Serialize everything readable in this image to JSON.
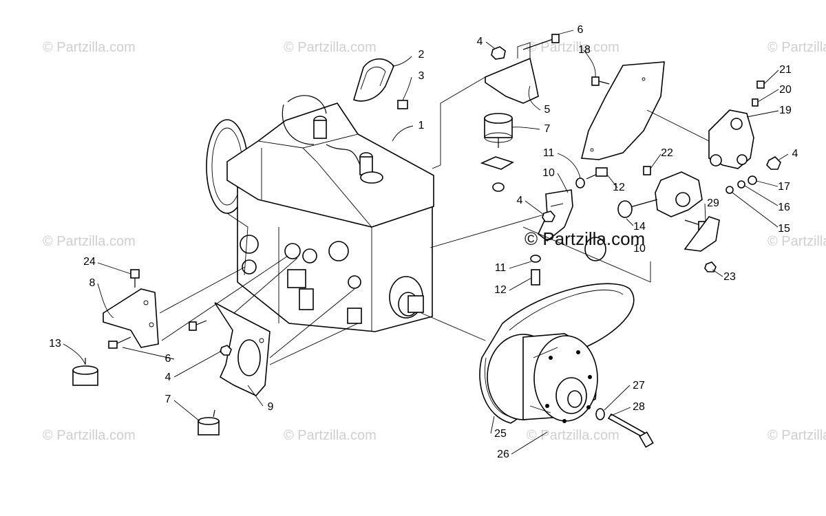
{
  "watermark": "© Partzilla.com",
  "center_mark": "© Partzilla.com",
  "callouts": {
    "c1": "1",
    "c2": "2",
    "c3": "3",
    "c4a": "4",
    "c4b": "4",
    "c4c": "4",
    "c4d": "4",
    "c5": "5",
    "c6a": "6",
    "c6b": "6",
    "c7a": "7",
    "c7b": "7",
    "c8": "8",
    "c9": "9",
    "c10a": "10",
    "c10b": "10",
    "c11a": "11",
    "c11b": "11",
    "c12a": "12",
    "c12b": "12",
    "c13": "13",
    "c14": "14",
    "c15": "15",
    "c16": "16",
    "c17": "17",
    "c18": "18",
    "c19": "19",
    "c20": "20",
    "c21": "21",
    "c22": "22",
    "c23": "23",
    "c24": "24",
    "c25": "25",
    "c26": "26",
    "c27": "27",
    "c28": "28",
    "c29": "29"
  }
}
